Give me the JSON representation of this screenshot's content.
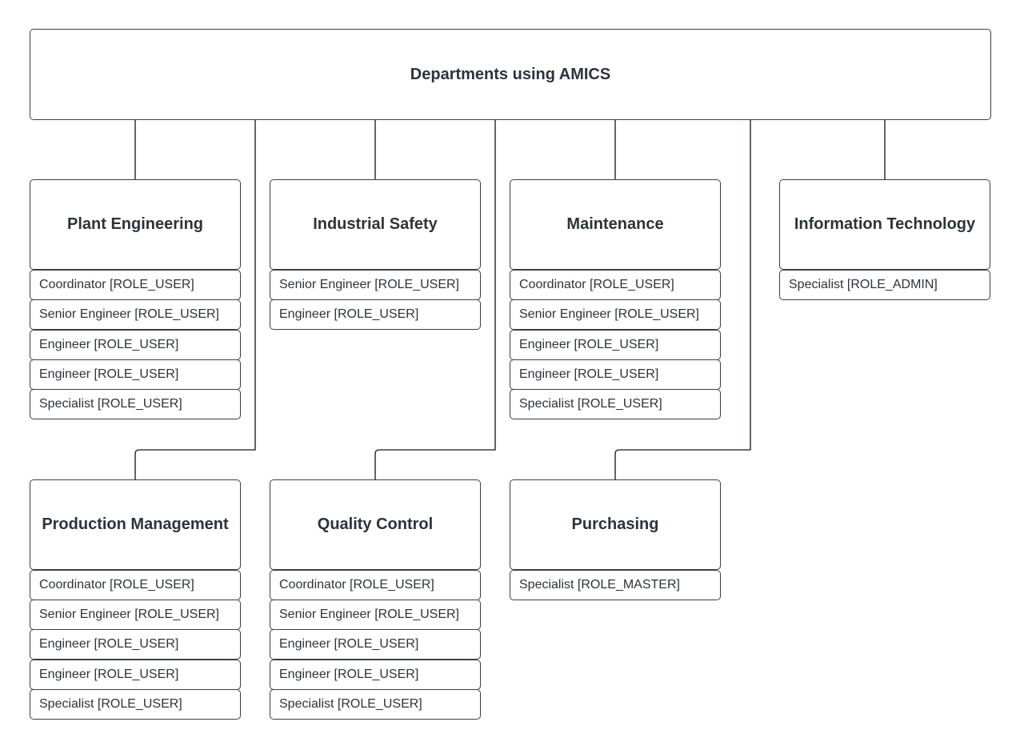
{
  "root": {
    "title": "Departments using AMICS"
  },
  "departments": [
    {
      "name": "Plant Engineering",
      "roles": [
        "Coordinator [ROLE_USER]",
        "Senior Engineer [ROLE_USER]",
        "Engineer [ROLE_USER]",
        "Engineer [ROLE_USER]",
        "Specialist [ROLE_USER]"
      ]
    },
    {
      "name": "Industrial Safety",
      "roles": [
        "Senior Engineer [ROLE_USER]",
        "Engineer [ROLE_USER]"
      ]
    },
    {
      "name": "Maintenance",
      "roles": [
        "Coordinator [ROLE_USER]",
        "Senior Engineer [ROLE_USER]",
        "Engineer [ROLE_USER]",
        "Engineer [ROLE_USER]",
        "Specialist [ROLE_USER]"
      ]
    },
    {
      "name": "Information Technology",
      "roles": [
        "Specialist [ROLE_ADMIN]"
      ]
    },
    {
      "name": "Production Management",
      "roles": [
        "Coordinator [ROLE_USER]",
        "Senior Engineer [ROLE_USER]",
        "Engineer [ROLE_USER]",
        "Engineer [ROLE_USER]",
        "Specialist [ROLE_USER]"
      ]
    },
    {
      "name": "Quality Control",
      "roles": [
        "Coordinator [ROLE_USER]",
        "Senior Engineer [ROLE_USER]",
        "Engineer [ROLE_USER]",
        "Engineer [ROLE_USER]",
        "Specialist [ROLE_USER]"
      ]
    },
    {
      "name": "Purchasing",
      "roles": [
        "Specialist [ROLE_MASTER]"
      ]
    }
  ]
}
